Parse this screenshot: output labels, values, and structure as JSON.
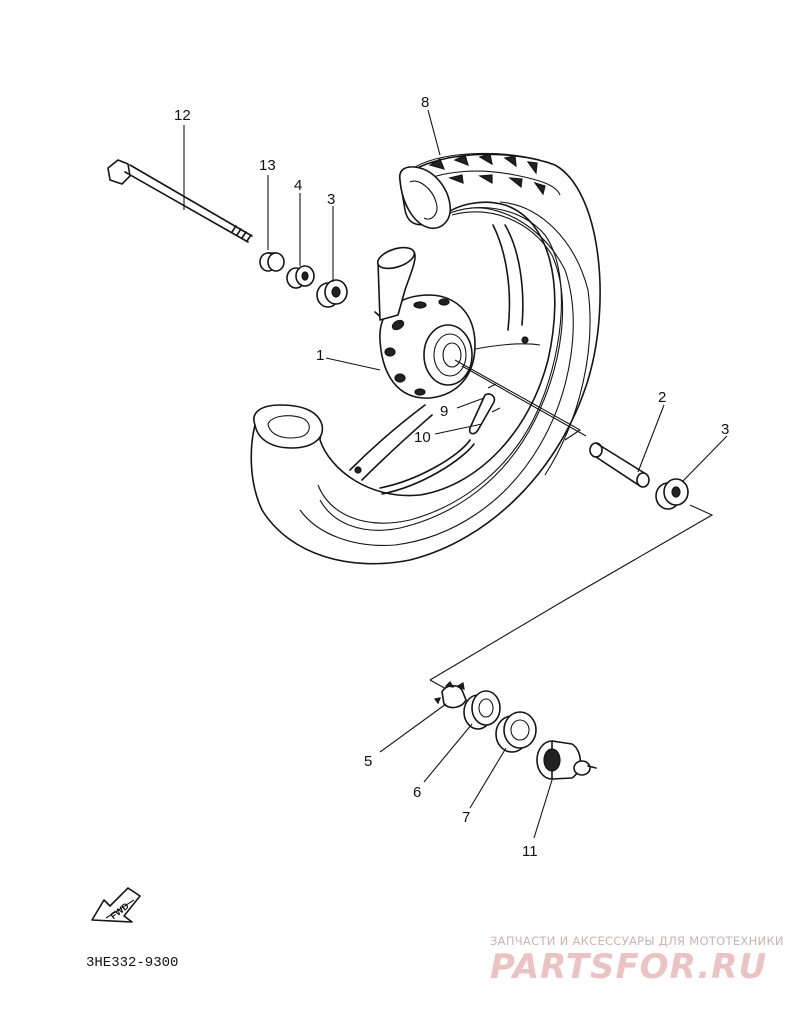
{
  "diagram": {
    "part_code": "3HE332-9300",
    "direction_label": "FWD",
    "callouts": {
      "c1": "1",
      "c2": "2",
      "c3a": "3",
      "c3b": "3",
      "c4": "4",
      "c5": "5",
      "c6": "6",
      "c7": "7",
      "c8": "8",
      "c9": "9",
      "c10": "10",
      "c11": "11",
      "c12": "12",
      "c13": "13"
    }
  },
  "watermark": {
    "tagline": "ЗАПЧАСТИ И АКСЕССУАРЫ ДЛЯ МОТОТЕХНИКИ",
    "brand": "PARTSFOR.RU"
  }
}
